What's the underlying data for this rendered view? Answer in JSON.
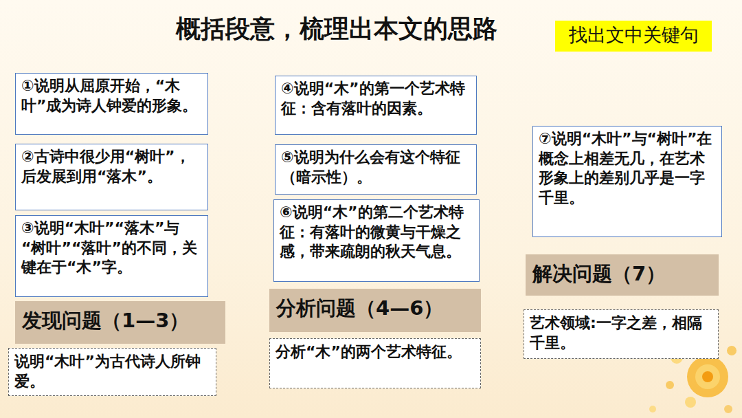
{
  "diagram": {
    "title": "概括段意，梳理出本文的思路",
    "nodes": [
      {
        "text": [
          "找出文中关键句"
        ]
      },
      {
        "text": [
          "①说明从屈原开始，“木叶”成为诗人钟爱的形象。"
        ]
      },
      {
        "text": [
          "②古诗中很少用“树叶”，后发展到用“落木”。"
        ]
      },
      {
        "text": [
          "③说明“木叶”“落木”与“树叶”“落叶”的不同，关键在于“木”字。"
        ]
      },
      {
        "text": [
          "发现问题（1—3）"
        ]
      },
      {
        "text": [
          "说明“木叶”为古代诗人所钟爱。"
        ]
      },
      {
        "text": [
          "④说明“木”的第一个艺术特征：含有落叶的因素。"
        ]
      },
      {
        "text": [
          "⑤说明为什么会有这个特征（暗示性）。"
        ]
      },
      {
        "text": [
          "⑥说明“木”的第二个艺术特征：有落叶的微黄与干燥之感，带来疏朗的秋天气息。"
        ]
      },
      {
        "text": [
          "分析问题（4—6）"
        ]
      },
      {
        "text": [
          "分析“木”的两个艺术特征。"
        ]
      },
      {
        "text": [
          "⑦说明“木叶”与“树叶”在概念上相差无几，在艺术形象上的差别几乎是一字千里。"
        ]
      },
      {
        "text": [
          "解决问题（7）"
        ]
      },
      {
        "text": [
          "艺术领域:一字之差，相隔千里。"
        ]
      }
    ]
  }
}
